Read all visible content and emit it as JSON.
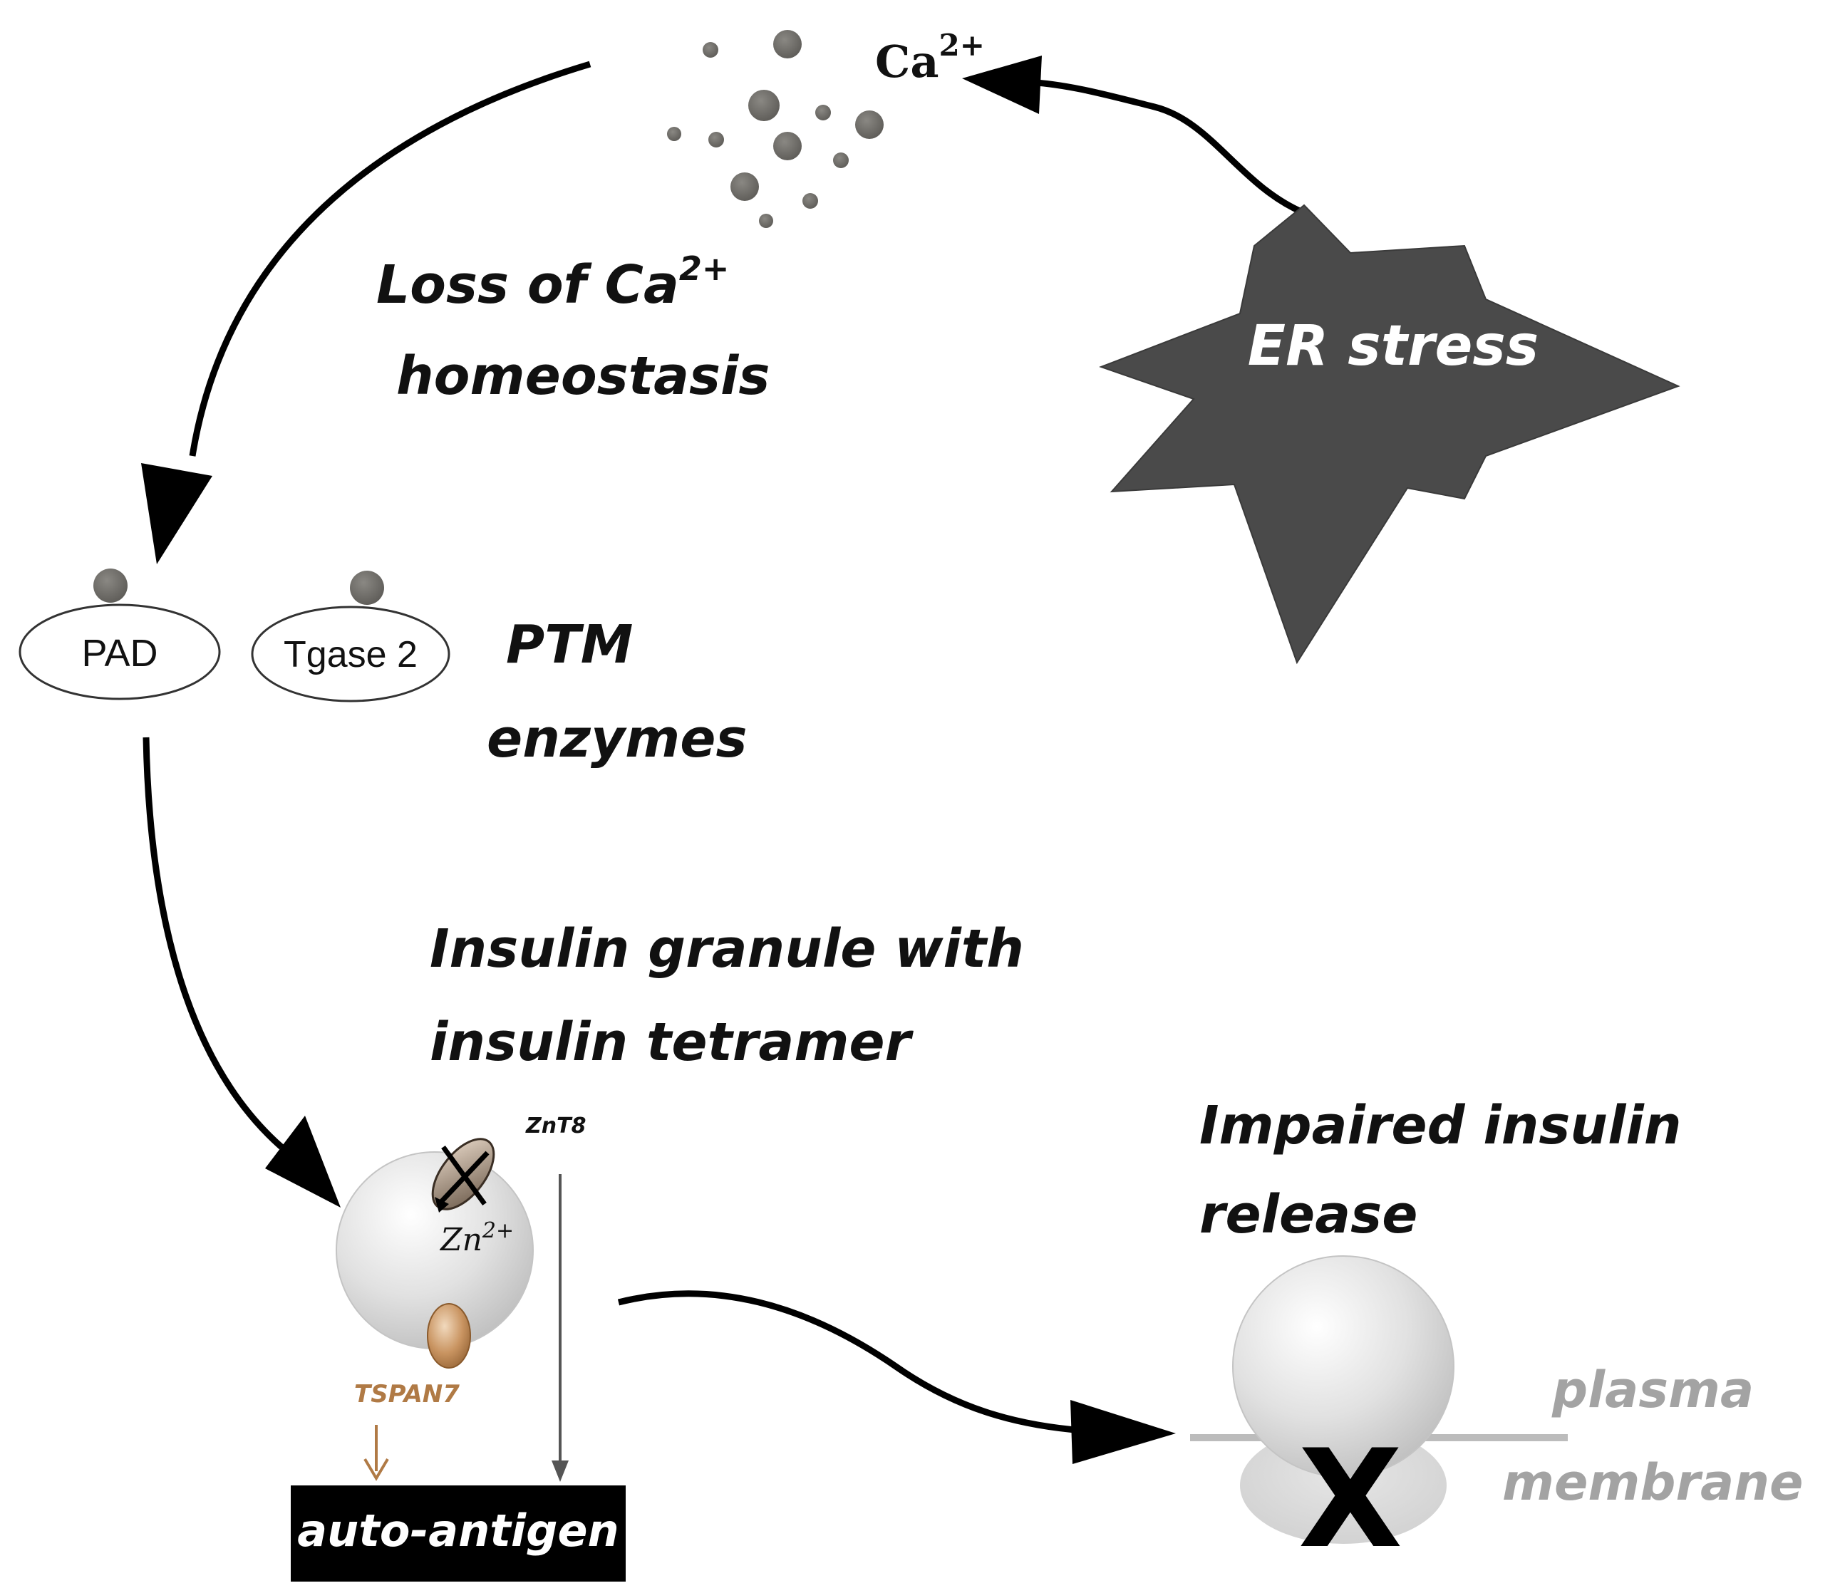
{
  "diagram": {
    "calcium": {
      "label": "Ca",
      "superscript": "2+"
    },
    "er_stress": {
      "label": "ER stress"
    },
    "loss_of_ca": {
      "line1": "Loss of Ca",
      "line1_sup": "2+",
      "line2": "homeostasis"
    },
    "enzymes": {
      "pad_label": "PAD",
      "tgase_label": "Tgase 2",
      "group_line1": "PTM",
      "group_line2": "enzymes"
    },
    "granule": {
      "line1": "Insulin granule with",
      "line2": "insulin tetramer",
      "znt8_label": "ZnT8",
      "zn_label": "Zn",
      "zn_sup": "2+",
      "tspan7_label": "TSPAN7"
    },
    "auto_antigen": {
      "label": "auto-antigen"
    },
    "release": {
      "line1": "Impaired insulin",
      "line2": "release",
      "blocked_mark": "X"
    },
    "membrane": {
      "line1": "plasma",
      "line2": "membrane"
    },
    "colors": {
      "arrow": "#000000",
      "ion_dot": "#6f6d68",
      "star_fill": "#4a4a4a",
      "granule_fill": "#dcdcdc",
      "tspan7": "#b07a45",
      "membrane_text": "#a3a3a3",
      "antigen_box": "#000000",
      "antigen_text": "#ffffff"
    }
  }
}
